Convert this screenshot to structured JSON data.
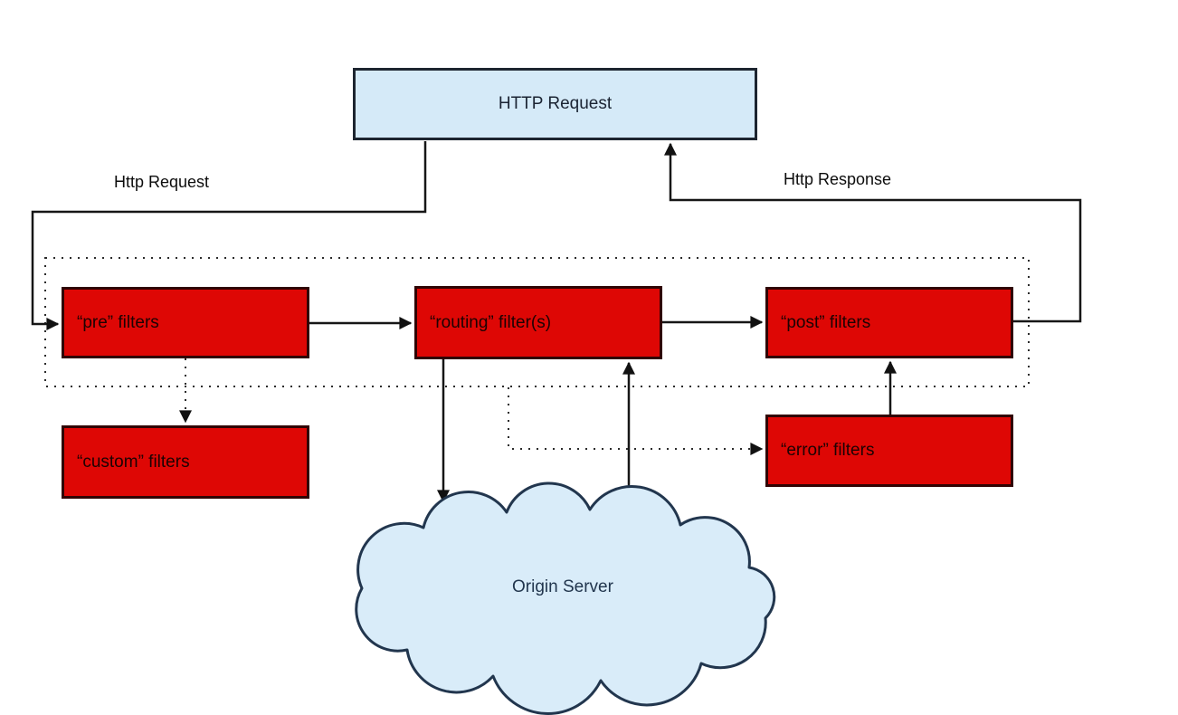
{
  "diagram": {
    "nodes": {
      "http_request": {
        "label": "HTTP Request",
        "type": "endpoint",
        "color": "#d5eaf8"
      },
      "pre_filters": {
        "label": "“pre” filters",
        "type": "filter",
        "color": "#de0705"
      },
      "routing_filters": {
        "label": "“routing” filter(s)",
        "type": "filter",
        "color": "#de0705"
      },
      "post_filters": {
        "label": "“post” filters",
        "type": "filter",
        "color": "#de0705"
      },
      "custom_filters": {
        "label": "“custom” filters",
        "type": "filter",
        "color": "#de0705"
      },
      "error_filters": {
        "label": "“error” filters",
        "type": "filter",
        "color": "#de0705"
      },
      "origin_server": {
        "label": "Origin Server",
        "type": "cloud",
        "color": "#d9ecf9"
      }
    },
    "edge_labels": {
      "request": "Http Request",
      "response": "Http Response"
    },
    "edges": [
      {
        "from": "http_request",
        "to": "pre_filters",
        "style": "solid",
        "label": "Http Request"
      },
      {
        "from": "pre_filters",
        "to": "routing_filters",
        "style": "solid"
      },
      {
        "from": "routing_filters",
        "to": "post_filters",
        "style": "solid"
      },
      {
        "from": "post_filters",
        "to": "http_request",
        "style": "solid",
        "label": "Http Response"
      },
      {
        "from": "routing_filters",
        "to": "origin_server",
        "style": "solid"
      },
      {
        "from": "origin_server",
        "to": "routing_filters",
        "style": "solid"
      },
      {
        "from": "pre_filters",
        "to": "custom_filters",
        "style": "dotted"
      },
      {
        "from": "filter_container",
        "to": "error_filters",
        "style": "dotted"
      },
      {
        "from": "error_filters",
        "to": "post_filters",
        "style": "solid"
      }
    ],
    "colors": {
      "node_blue_fill": "#d5eaf8",
      "node_blue_border": "#1d2530",
      "node_red_fill": "#de0705",
      "node_red_border": "#300404",
      "cloud_fill": "#d9ecf9",
      "cloud_border": "#22364e",
      "line": "#161616",
      "dotted": "#2b2b2b",
      "background": "#ffffff"
    }
  }
}
